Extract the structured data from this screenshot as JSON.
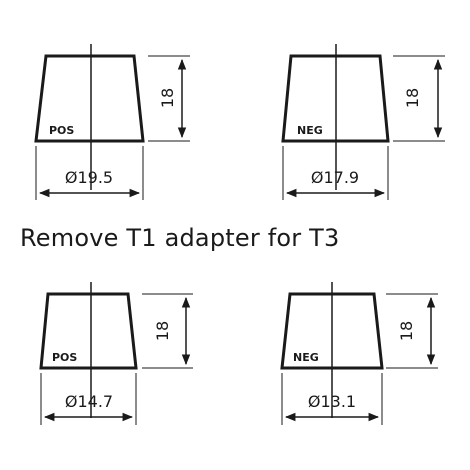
{
  "caption": "Remove T1 adapter for T3",
  "terminals": [
    {
      "label": "POS",
      "height": "18",
      "diameter": "Ø19.5"
    },
    {
      "label": "NEG",
      "height": "18",
      "diameter": "Ø17.9"
    },
    {
      "label": "POS",
      "height": "18",
      "diameter": "Ø14.7"
    },
    {
      "label": "NEG",
      "height": "18",
      "diameter": "Ø13.1"
    }
  ],
  "colors": {
    "line": "#1a1a1a",
    "background": "#ffffff"
  }
}
